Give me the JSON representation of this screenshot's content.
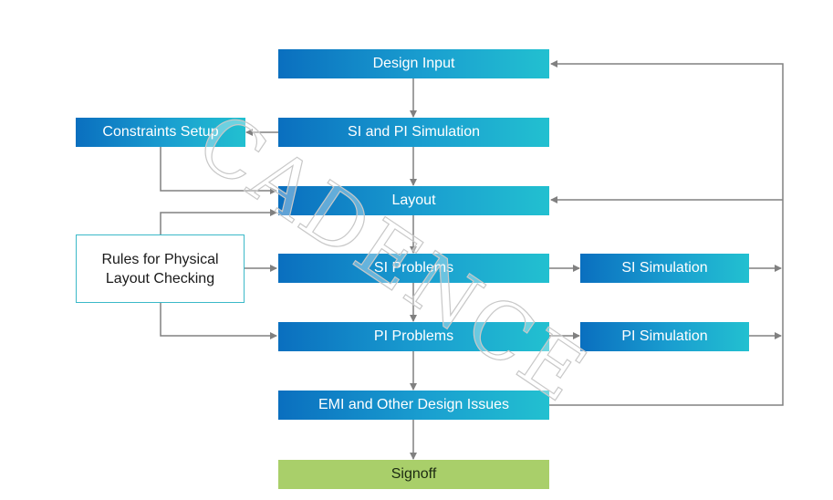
{
  "nodes": {
    "design_input": "Design Input",
    "si_pi_simulation": "SI and PI Simulation",
    "constraints_setup": "Constraints Setup",
    "layout": "Layout",
    "rules_line1": "Rules for Physical",
    "rules_line2": "Layout Checking",
    "si_problems": "SI Problems",
    "si_simulation": "SI Simulation",
    "pi_problems": "PI Problems",
    "pi_simulation": "PI Simulation",
    "emi_issues": "EMI and Other Design Issues",
    "signoff": "Signoff"
  },
  "watermark": "CADENCE",
  "colors": {
    "box_gradient_start": "#0a6fbf",
    "box_gradient_end": "#22c0d0",
    "signoff": "#a9cf6a",
    "arrow": "#808080",
    "outline": "#3bb9c8"
  }
}
